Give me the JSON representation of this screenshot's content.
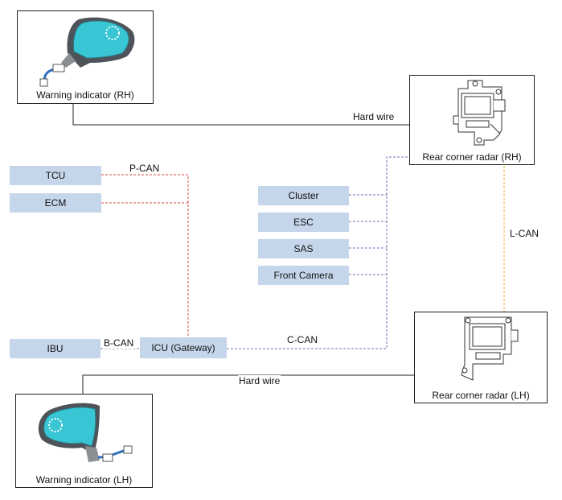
{
  "components": {
    "mirror_rh": "Warning indicator (RH)",
    "mirror_lh": "Warning indicator (LH)",
    "radar_rh": "Rear corner radar (RH)",
    "radar_lh": "Rear corner radar (LH)"
  },
  "modules": {
    "tcu": "TCU",
    "ecm": "ECM",
    "ibu": "IBU",
    "icu": "ICU (Gateway)",
    "cluster": "Cluster",
    "esc": "ESC",
    "sas": "SAS",
    "front_camera": "Front Camera"
  },
  "buses": {
    "p_can": "P-CAN",
    "b_can": "B-CAN",
    "c_can": "C-CAN",
    "l_can": "L-CAN",
    "hard_wire_rh": "Hard wire",
    "hard_wire_lh": "Hard wire"
  },
  "colors": {
    "p_can": "#d9463b",
    "b_can": "#7a7fb8",
    "c_can": "#6d76b5",
    "l_can": "#f0a830",
    "module_fill": "#c5d6ea",
    "mirror_glass": "#39c6d4"
  }
}
